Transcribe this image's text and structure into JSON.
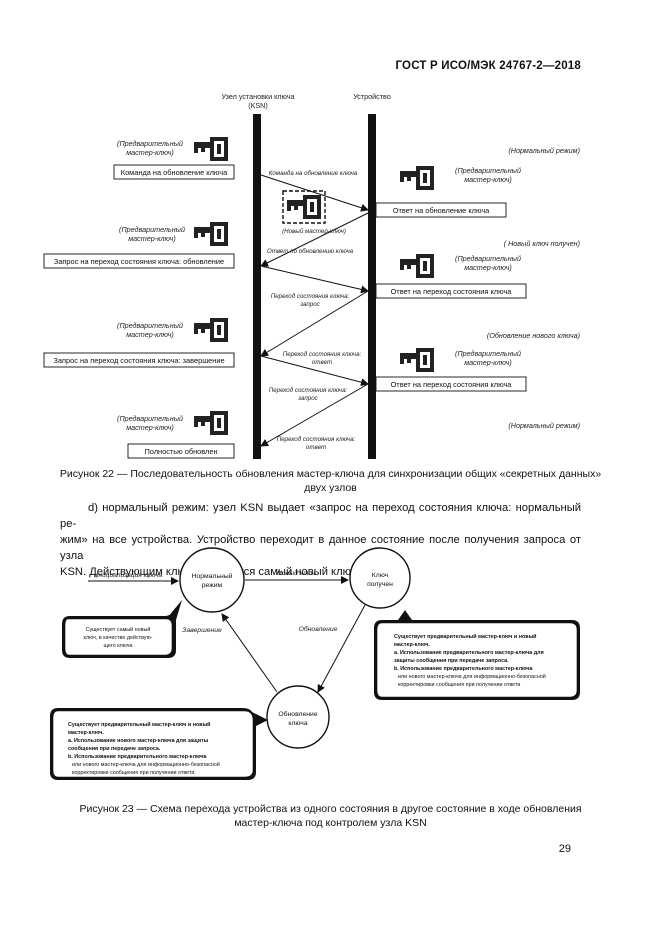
{
  "header": {
    "standard": "ГОСТ Р ИСО/МЭК 24767-2—2018"
  },
  "fig22": {
    "col_left": "Узел установки ключа",
    "col_left2": "(KSN)",
    "col_right": "Устройство",
    "key_label_1": "(Предварительный",
    "key_label_2": "мастер-ключ)",
    "left_boxes": [
      "Команда на обновление ключа",
      "Запрос на переход состояния ключа: обновление",
      "Запрос на переход состояния ключа: завершение",
      "Полностью обновлен"
    ],
    "right_boxes": [
      "Ответ на обновление ключа",
      "Ответ на переход состояния ключа",
      "Ответ на переход состояния ключа"
    ],
    "modes": [
      "(Нормальный режим)",
      "( Новый ключ получен)",
      "(Обновление нового ключа)",
      "(Нормальный режим)"
    ],
    "new_key_label": "(Новый мастер-ключ)",
    "arrows": [
      "Команда на обновление ключа",
      "Ответ по обновлению ключа",
      "Переход состояния ключа:",
      "запрос",
      "Переход состояния ключа:",
      "ответ",
      "Переход состояния ключа:",
      "запрос",
      "Переход состояния ключа:",
      "ответ"
    ],
    "caption_1": "Рисунок 22 — Последовательность обновления мастер-ключа для синхронизации общих «секретных данных»",
    "caption_2": "двух узлов"
  },
  "paragraph": {
    "line1": "d) нормальный режим: узел KSN выдает «запрос на переход состояния ключа: нормальный ре-",
    "line2": "жим» на все устройства. Устройство переходит в данное состояние после получения запроса от узла",
    "line3": "KSN. Действующим ключом является самый новый ключ."
  },
  "fig23": {
    "init_label": "Инициализация ключа",
    "state_normal_1": "Нормальный",
    "state_normal_2": "режим",
    "state_received_1": "Ключ",
    "state_received_2": "получен",
    "state_update_1": "Обновление",
    "state_update_2": "ключа",
    "edge_new_key": "Новый ключ",
    "edge_complete": "Завершение",
    "edge_update": "Обновление",
    "note_left_1": "Существует самый новый",
    "note_left_2": "ключ, в качестве действую-",
    "note_left_3": "щего ключа",
    "note_right": [
      "Существует предварительный мастер-ключ и новый",
      "мастер-ключ.",
      "a. Использование предварительного мастер-ключа для",
      "защиты сообщения при передаче запроса.",
      "b. Использование предварительного мастер-ключа",
      "или нового мастер-ключа для информационно-безопасной",
      "корректировки сообщения при получении ответа"
    ],
    "note_bottom": [
      "Существует предварительный мастер-ключ и новый",
      "мастер-ключ.",
      "a. Использование нового мастер-ключа для защиты",
      "сообщения при передаче запроса.",
      "b. Использование предварительного мастер-ключа",
      "или нового мастер-ключа для информационно-безопасной",
      "корректировки сообщения при получении ответа"
    ],
    "caption_1": "Рисунок 23 — Схема перехода устройства из одного состояния в другое состояние в ходе обновления",
    "caption_2": "мастер-ключа под контролем узла KSN"
  },
  "footer": {
    "page": "29"
  }
}
